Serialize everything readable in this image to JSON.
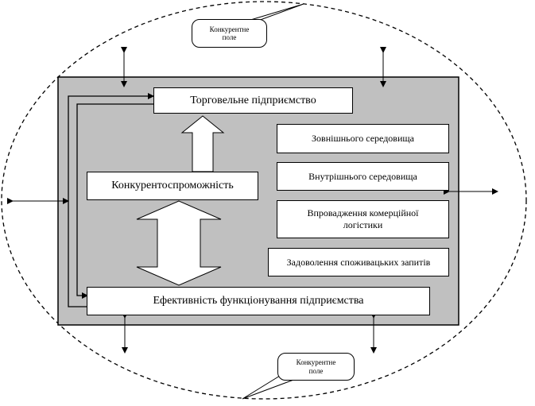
{
  "diagram": {
    "competitive_field_top": "Конкурентне\nполе",
    "competitive_field_bottom": "Конкурентне\nполе",
    "enterprise": "Торговельне підприємство",
    "competitiveness": "Конкурентоспроможність",
    "efficiency": "Ефективність функціонування підприємства",
    "factors": [
      "Зовнішнього середовища",
      "Внутрішнього середовища",
      "Впровадження комерційної логістики",
      "Задоволення споживацьких запитів"
    ],
    "colors": {
      "panel": "#c0c0c0",
      "line": "#000000",
      "box": "#ffffff"
    }
  }
}
